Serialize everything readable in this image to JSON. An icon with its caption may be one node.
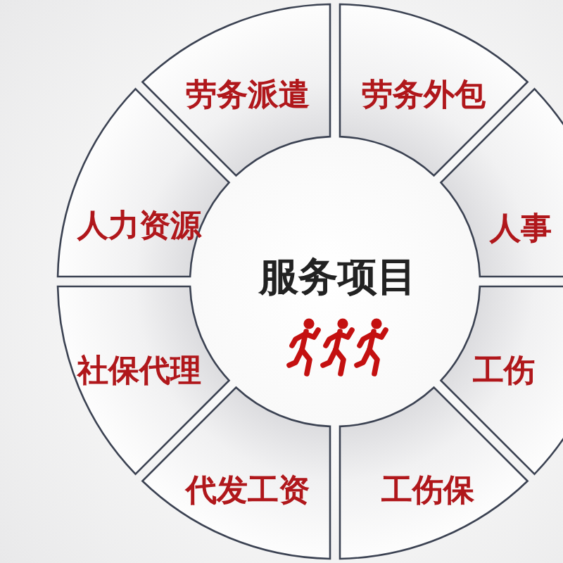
{
  "diagram": {
    "nodes": [
      {
        "text": [
          "服务项目"
        ]
      },
      {
        "text": [
          "劳务派遣"
        ]
      },
      {
        "text": [
          "劳务外包"
        ]
      },
      {
        "text": [
          "人事"
        ]
      },
      {
        "text": [
          "工伤"
        ]
      },
      {
        "text": [
          "工伤保"
        ]
      },
      {
        "text": [
          "代发工资"
        ]
      },
      {
        "text": [
          "社保代理"
        ]
      },
      {
        "text": [
          "人力资源"
        ]
      }
    ]
  }
}
